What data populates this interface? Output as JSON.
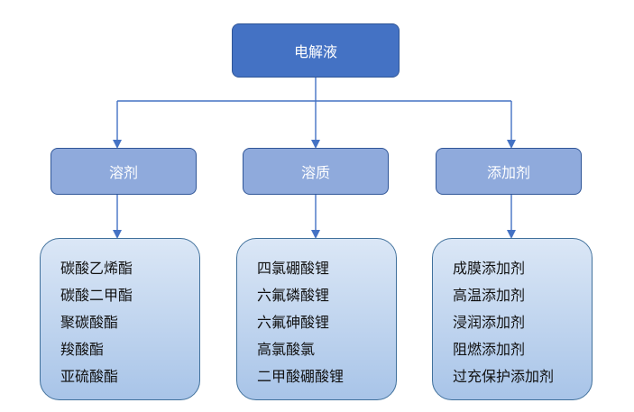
{
  "root": {
    "label": "电解液"
  },
  "branches": [
    {
      "label": "溶剂",
      "items": [
        "碳酸乙烯酯",
        "碳酸二甲酯",
        "聚碳酸酯",
        "羧酸酯",
        "亚硫酸酯"
      ]
    },
    {
      "label": "溶质",
      "items": [
        "四氯硼酸锂",
        "六氟磷酸锂",
        "六氟砷酸锂",
        "高氯酸氯",
        "二甲酸硼酸锂"
      ]
    },
    {
      "label": "添加剂",
      "items": [
        "成膜添加剂",
        "高温添加剂",
        "浸润添加剂",
        "阻燃添加剂",
        "过充保护添加剂"
      ]
    }
  ],
  "colors": {
    "root_fill": "#4472c4",
    "branch_fill": "#8faadc",
    "leaf_top": "#dbe7f6",
    "leaf_bottom": "#a8c4e8",
    "connector": "#4472c4"
  }
}
